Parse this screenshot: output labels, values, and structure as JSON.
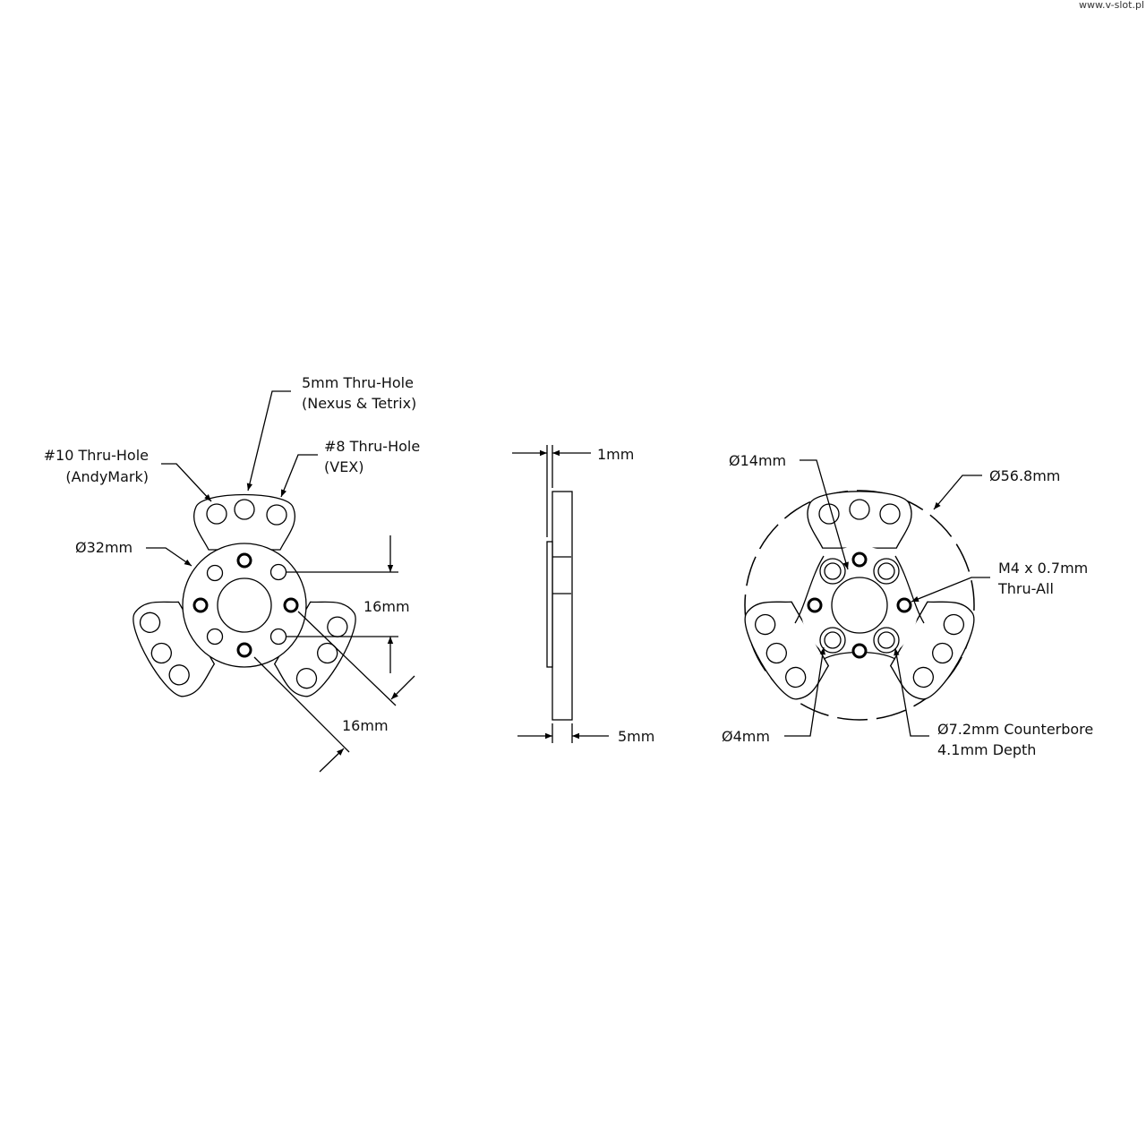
{
  "watermark": "www.v-slot.pl",
  "front_view": {
    "label_10_line1": "#10 Thru-Hole",
    "label_10_line2": "(AndyMark)",
    "label_5mm_line1": "5mm Thru-Hole",
    "label_5mm_line2": "(Nexus & Tetrix)",
    "label_8_line1": "#8 Thru-Hole",
    "label_8_line2": "(VEX)",
    "label_hub_dia": "Ø32mm",
    "label_spacing_vertical": "16mm",
    "label_spacing_diagonal": "16mm"
  },
  "side_view": {
    "label_step": "1mm",
    "label_thickness": "5mm"
  },
  "back_view": {
    "label_bore": "Ø14mm",
    "label_outer_dia": "Ø56.8mm",
    "label_tap_line1": "M4 x 0.7mm",
    "label_tap_line2": "Thru-All",
    "label_hole": "Ø4mm",
    "label_cb_line1": "Ø7.2mm Counterbore",
    "label_cb_line2": "4.1mm Depth"
  }
}
